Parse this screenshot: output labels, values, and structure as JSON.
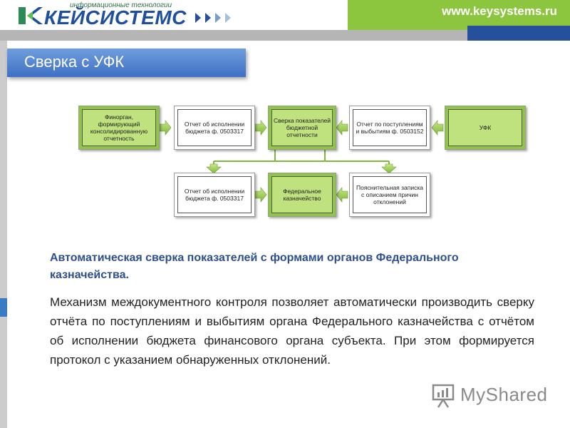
{
  "header": {
    "logo_tagline": "информационные технологии",
    "logo_text": "КЕЙСИСТЕМС",
    "site_url": "www.keysystems.ru",
    "colors": {
      "brand_blue": "#264f9c",
      "brand_green": "#8cc63f"
    }
  },
  "slide": {
    "title": "Сверка с УФК"
  },
  "diagram": {
    "row1": [
      {
        "text": "Финорган, формирующий консолидированную отчетность",
        "style": "green"
      },
      {
        "text": "Отчет об исполнении бюджета ф. 0503317",
        "style": "white"
      },
      {
        "text": "Сверка показателей бюджетной отчетности",
        "style": "green"
      },
      {
        "text": "Отчет по поступлениям и выбытиям ф. 0503152",
        "style": "white"
      },
      {
        "text": "УФК",
        "style": "green"
      }
    ],
    "row2": [
      {
        "text": "Отчет об исполнении бюджета ф. 0503317",
        "style": "white"
      },
      {
        "text": "Федеральное казначейство",
        "style": "green"
      },
      {
        "text": "Пояснительная записка с описанием причин отклонений",
        "style": "white"
      }
    ]
  },
  "content": {
    "heading": "Автоматическая сверка показателей с формами органов Федерального казначейства.",
    "paragraph": "Механизм междокументного контроля позволяет автоматически производить сверку отчёта по поступлениям и выбытиям органа Федерального казначейства с отчётом об исполнении бюджета финансового органа субъекта. При этом формируется протокол с указанием обнаруженных отклонений."
  },
  "watermark": {
    "text": "MyShared",
    "icon": "presentation-icon"
  }
}
